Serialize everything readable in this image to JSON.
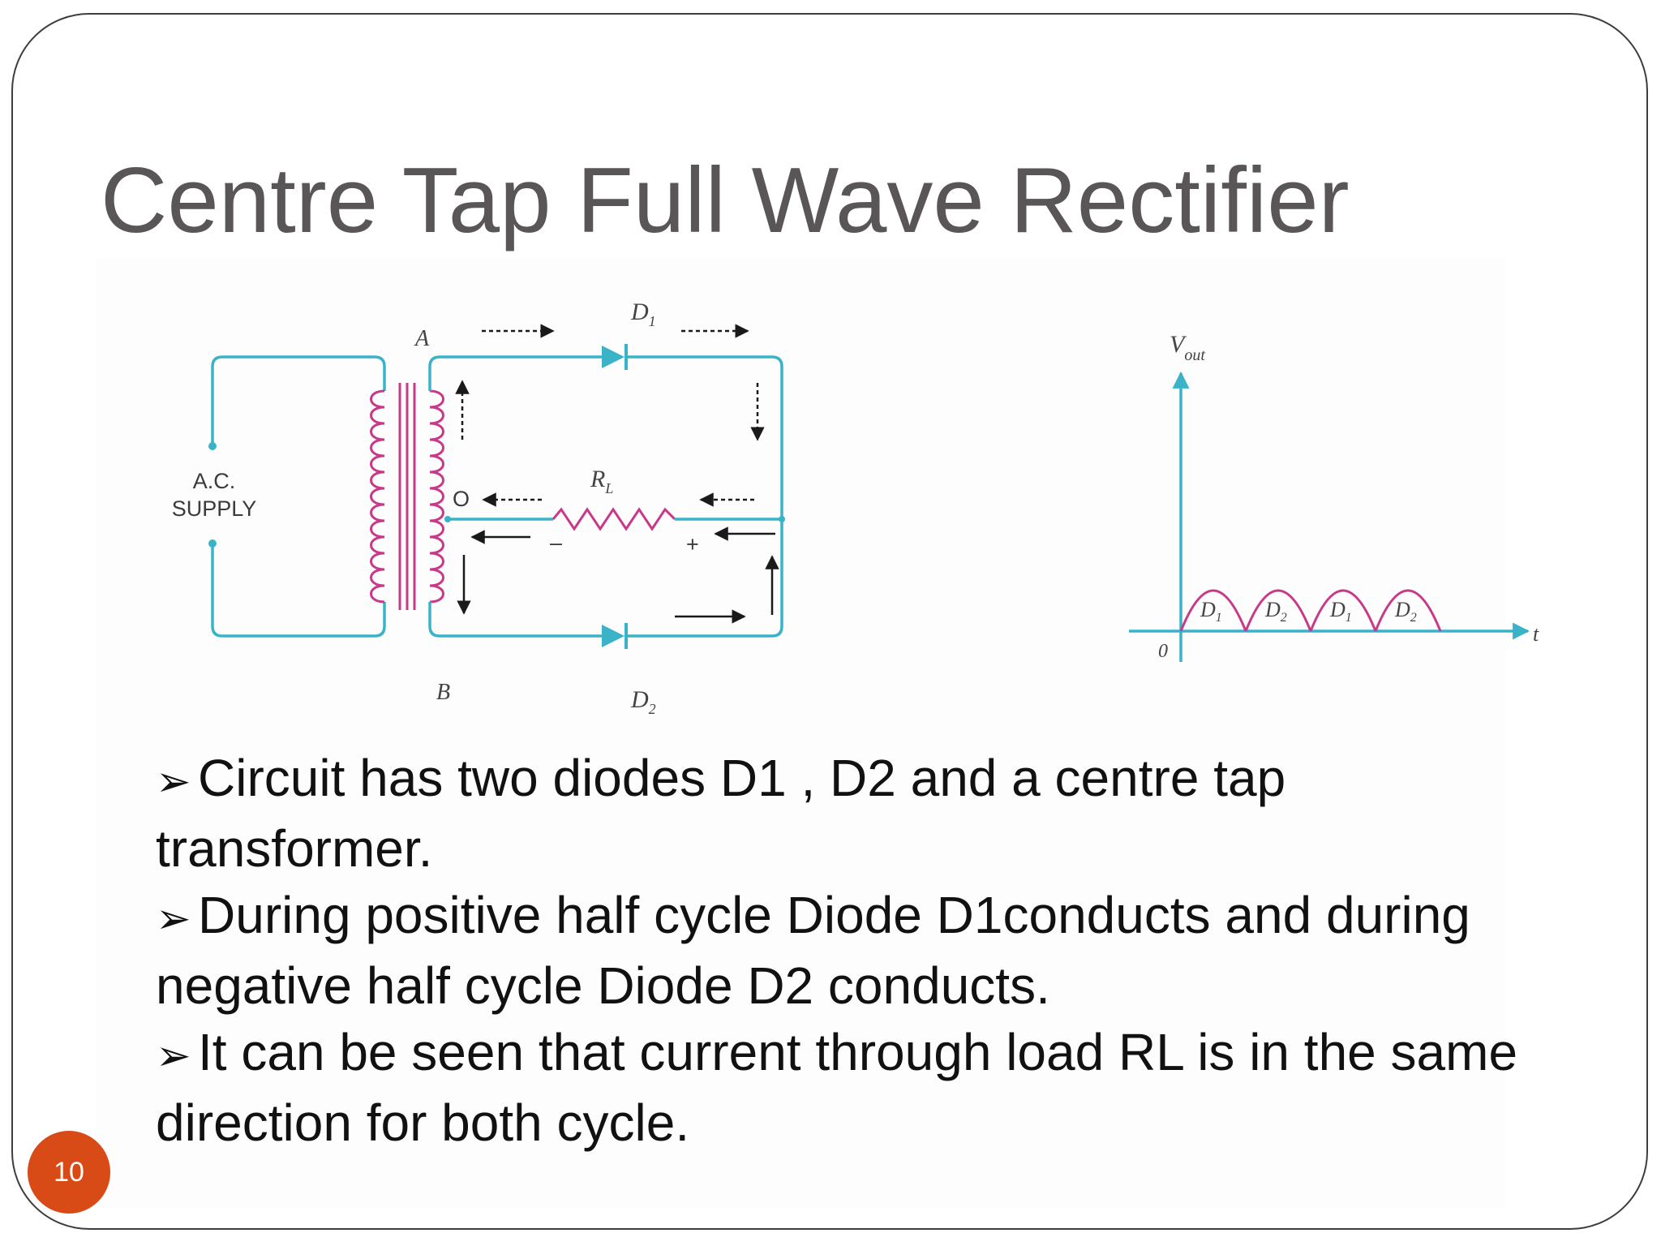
{
  "slide": {
    "title": "Centre Tap Full Wave Rectifier",
    "page_number": "10",
    "accent_color": "#d84a16"
  },
  "circuit": {
    "supply_label_line1": "A.C.",
    "supply_label_line2": "SUPPLY",
    "terminal_a": "A",
    "terminal_b": "B",
    "centre_tap": "O",
    "diode1": "D",
    "diode1_sub": "1",
    "diode2": "D",
    "diode2_sub": "2",
    "load": "R",
    "load_sub": "L",
    "minus": "–",
    "plus": "+",
    "wire_color": "#3ab3c9",
    "coil_color": "#c8398a"
  },
  "graph": {
    "y_axis_label": "V",
    "y_axis_sub": "out",
    "x_axis_label": "t",
    "origin_label": "0",
    "pulses": [
      {
        "label": "D",
        "sub": "1"
      },
      {
        "label": "D",
        "sub": "2"
      },
      {
        "label": "D",
        "sub": "1"
      },
      {
        "label": "D",
        "sub": "2"
      }
    ],
    "wave_color": "#c8398a",
    "axis_color": "#3ab3c9"
  },
  "bullets": [
    {
      "marker": "➢",
      "text": "Circuit has two diodes D1 , D2  and a centre tap transformer."
    },
    {
      "marker": "➢",
      "text": "During positive half cycle Diode D1conducts and during negative half cycle Diode D2  conducts."
    },
    {
      "marker": "➢",
      "text": "It can be seen that current through load RL is in the same direction for both cycle."
    }
  ]
}
